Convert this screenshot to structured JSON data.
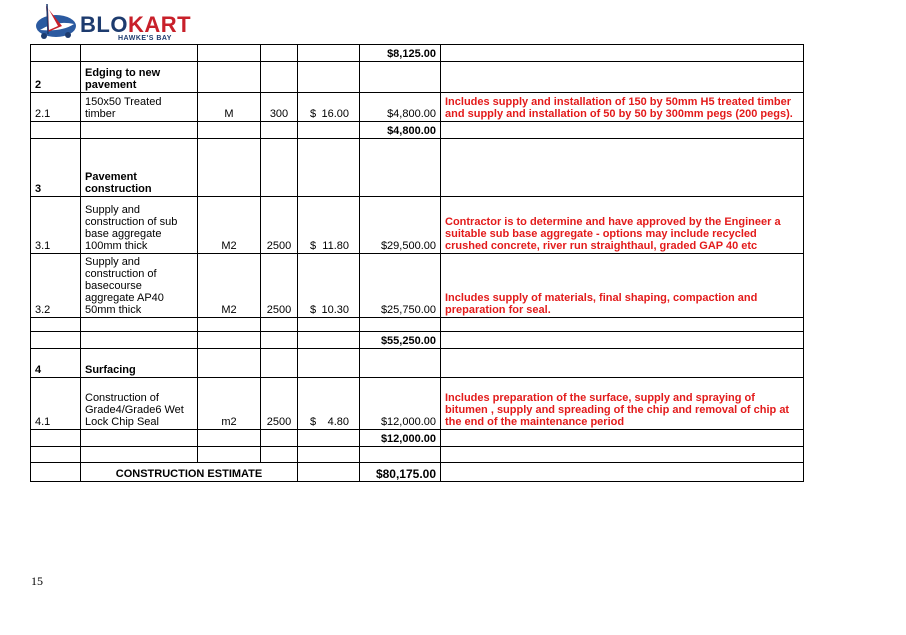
{
  "logo": {
    "word_a": "BLO",
    "word_b": "KART",
    "sub": "HAWKE'S BAY"
  },
  "rows": {
    "subtotal1": "$8,125.00",
    "sec2": {
      "no": "2",
      "title": "Edging to new pavement"
    },
    "r21": {
      "no": "2.1",
      "desc": "150x50 Treated timber",
      "unit": "M",
      "qty": "300",
      "cur": "$",
      "rate": "16.00",
      "amount": "$4,800.00",
      "note": "Includes supply and installation of 150 by 50mm H5 treated timber and supply and installation of 50 by 50 by 300mm pegs (200 pegs)."
    },
    "subtotal2": "$4,800.00",
    "sec3": {
      "no": "3",
      "title": "Pavement construction"
    },
    "r31": {
      "no": "3.1",
      "desc": "Supply and construction of sub base aggregate 100mm thick",
      "unit": "M2",
      "qty": "2500",
      "cur": "$",
      "rate": "11.80",
      "amount": "$29,500.00",
      "note": "Contractor is to determine and have approved by the Engineer a suitable sub base aggregate - options may include recycled crushed concrete, river run straighthaul, graded GAP 40 etc"
    },
    "r32": {
      "no": "3.2",
      "desc": "Supply and construction of basecourse aggregate AP40 50mm thick",
      "unit": "M2",
      "qty": "2500",
      "cur": "$",
      "rate": "10.30",
      "amount": "$25,750.00",
      "note": "Includes supply of materials, final shaping, compaction and preparation for seal."
    },
    "subtotal3": "$55,250.00",
    "sec4": {
      "no": "4",
      "title": "Surfacing"
    },
    "r41": {
      "no": "4.1",
      "desc": "Construction of Grade4/Grade6 Wet Lock Chip Seal",
      "unit": "m2",
      "qty": "2500",
      "cur": "$",
      "rate": "4.80",
      "amount": "$12,000.00",
      "note": "Includes preparation of the surface, supply and spraying of bitumen , supply and spreading of the chip and removal of chip at the end of the maintenance period"
    },
    "subtotal4": "$12,000.00",
    "total_label": "CONSTRUCTION ESTIMATE",
    "total": "$80,175.00"
  },
  "page_number": "15",
  "colors": {
    "note_red": "#e31b1b",
    "logo_red": "#c8202a",
    "logo_navy": "#1d3b6e"
  }
}
